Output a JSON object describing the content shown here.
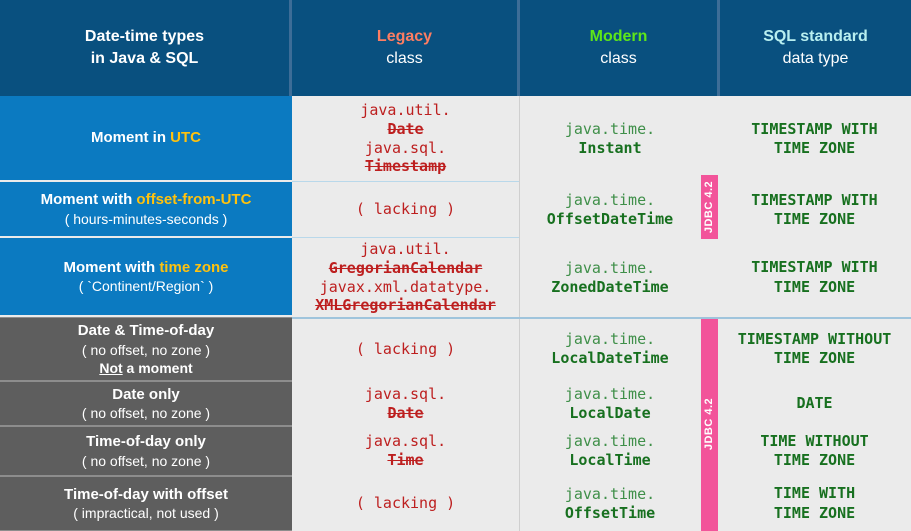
{
  "header": {
    "col1": {
      "line1": "Date-time types",
      "line2": "in Java & SQL"
    },
    "col2": {
      "line1": "Legacy",
      "line2": "class"
    },
    "col3": {
      "line1": "Modern",
      "line2": "class"
    },
    "col4": {
      "line1": "SQL standard",
      "line2": "data type"
    }
  },
  "colors": {
    "header_bg": "#09507f",
    "legacy_accent": "#fc7d62",
    "modern_accent": "#5ee619",
    "sql_accent": "#b8eff0",
    "moment_row_bg": "#0b7ac1",
    "notmoment_row_bg": "#5e5e5e",
    "highlight_yellow": "#ffc20e",
    "legacy_text": "#bd1f1f",
    "modern_text": "#17701f",
    "jdbc_badge": "#f2549a"
  },
  "badges": {
    "jdbc_upper": "JDBC 4.2",
    "jdbc_lower": "JDBC 4.2"
  },
  "rows": [
    {
      "label_main": "Moment in ",
      "label_highlight": "UTC",
      "label_sub": "",
      "label_extra": "",
      "legacy": [
        {
          "pkg": "java.util.",
          "cls": "Date"
        },
        {
          "pkg": "java.sql.",
          "cls": "Timestamp"
        }
      ],
      "legacy_lacking": "",
      "modern_pkg": "java.time.",
      "modern_cls": "Instant",
      "sql": "TIMESTAMP WITH\nTIME ZONE"
    },
    {
      "label_main": "Moment with ",
      "label_highlight": "offset-from-UTC",
      "label_sub": "( hours-minutes-seconds )",
      "label_extra": "",
      "legacy": [],
      "legacy_lacking": "( lacking )",
      "modern_pkg": "java.time.",
      "modern_cls": "OffsetDateTime",
      "sql": "TIMESTAMP WITH\nTIME ZONE"
    },
    {
      "label_main": "Moment with ",
      "label_highlight": "time zone",
      "label_sub": "( `Continent/Region` )",
      "label_extra": "",
      "legacy": [
        {
          "pkg": "java.util.",
          "cls": "GregorianCalendar"
        },
        {
          "pkg": "javax.xml.datatype.",
          "cls": "XMLGregorianCalendar"
        }
      ],
      "legacy_lacking": "",
      "modern_pkg": "java.time.",
      "modern_cls": "ZonedDateTime",
      "sql": "TIMESTAMP WITH\nTIME ZONE"
    },
    {
      "label_main": "Date & Time-of-day",
      "label_highlight": "",
      "label_sub": "( no offset, no zone )",
      "label_extra_not": "Not",
      "label_extra_rest": " a moment",
      "legacy": [],
      "legacy_lacking": "( lacking )",
      "modern_pkg": "java.time.",
      "modern_cls": "LocalDateTime",
      "sql": "TIMESTAMP WITHOUT\nTIME ZONE"
    },
    {
      "label_main": "Date only",
      "label_highlight": "",
      "label_sub": "( no offset, no zone )",
      "label_extra": "",
      "legacy": [
        {
          "pkg": "java.sql.",
          "cls": "Date"
        }
      ],
      "legacy_lacking": "",
      "modern_pkg": "java.time.",
      "modern_cls": "LocalDate",
      "sql": "DATE"
    },
    {
      "label_main": "Time-of-day only",
      "label_highlight": "",
      "label_sub": "( no offset, no zone )",
      "label_extra": "",
      "legacy": [
        {
          "pkg": "java.sql.",
          "cls": "Time"
        }
      ],
      "legacy_lacking": "",
      "modern_pkg": "java.time.",
      "modern_cls": "LocalTime",
      "sql": "TIME WITHOUT\nTIME ZONE"
    },
    {
      "label_main": "Time-of-day with offset",
      "label_highlight": "",
      "label_sub": "( impractical, not used )",
      "label_extra": "",
      "legacy": [],
      "legacy_lacking": "( lacking )",
      "modern_pkg": "java.time.",
      "modern_cls": "OffsetTime",
      "sql": "TIME WITH\nTIME ZONE"
    }
  ]
}
